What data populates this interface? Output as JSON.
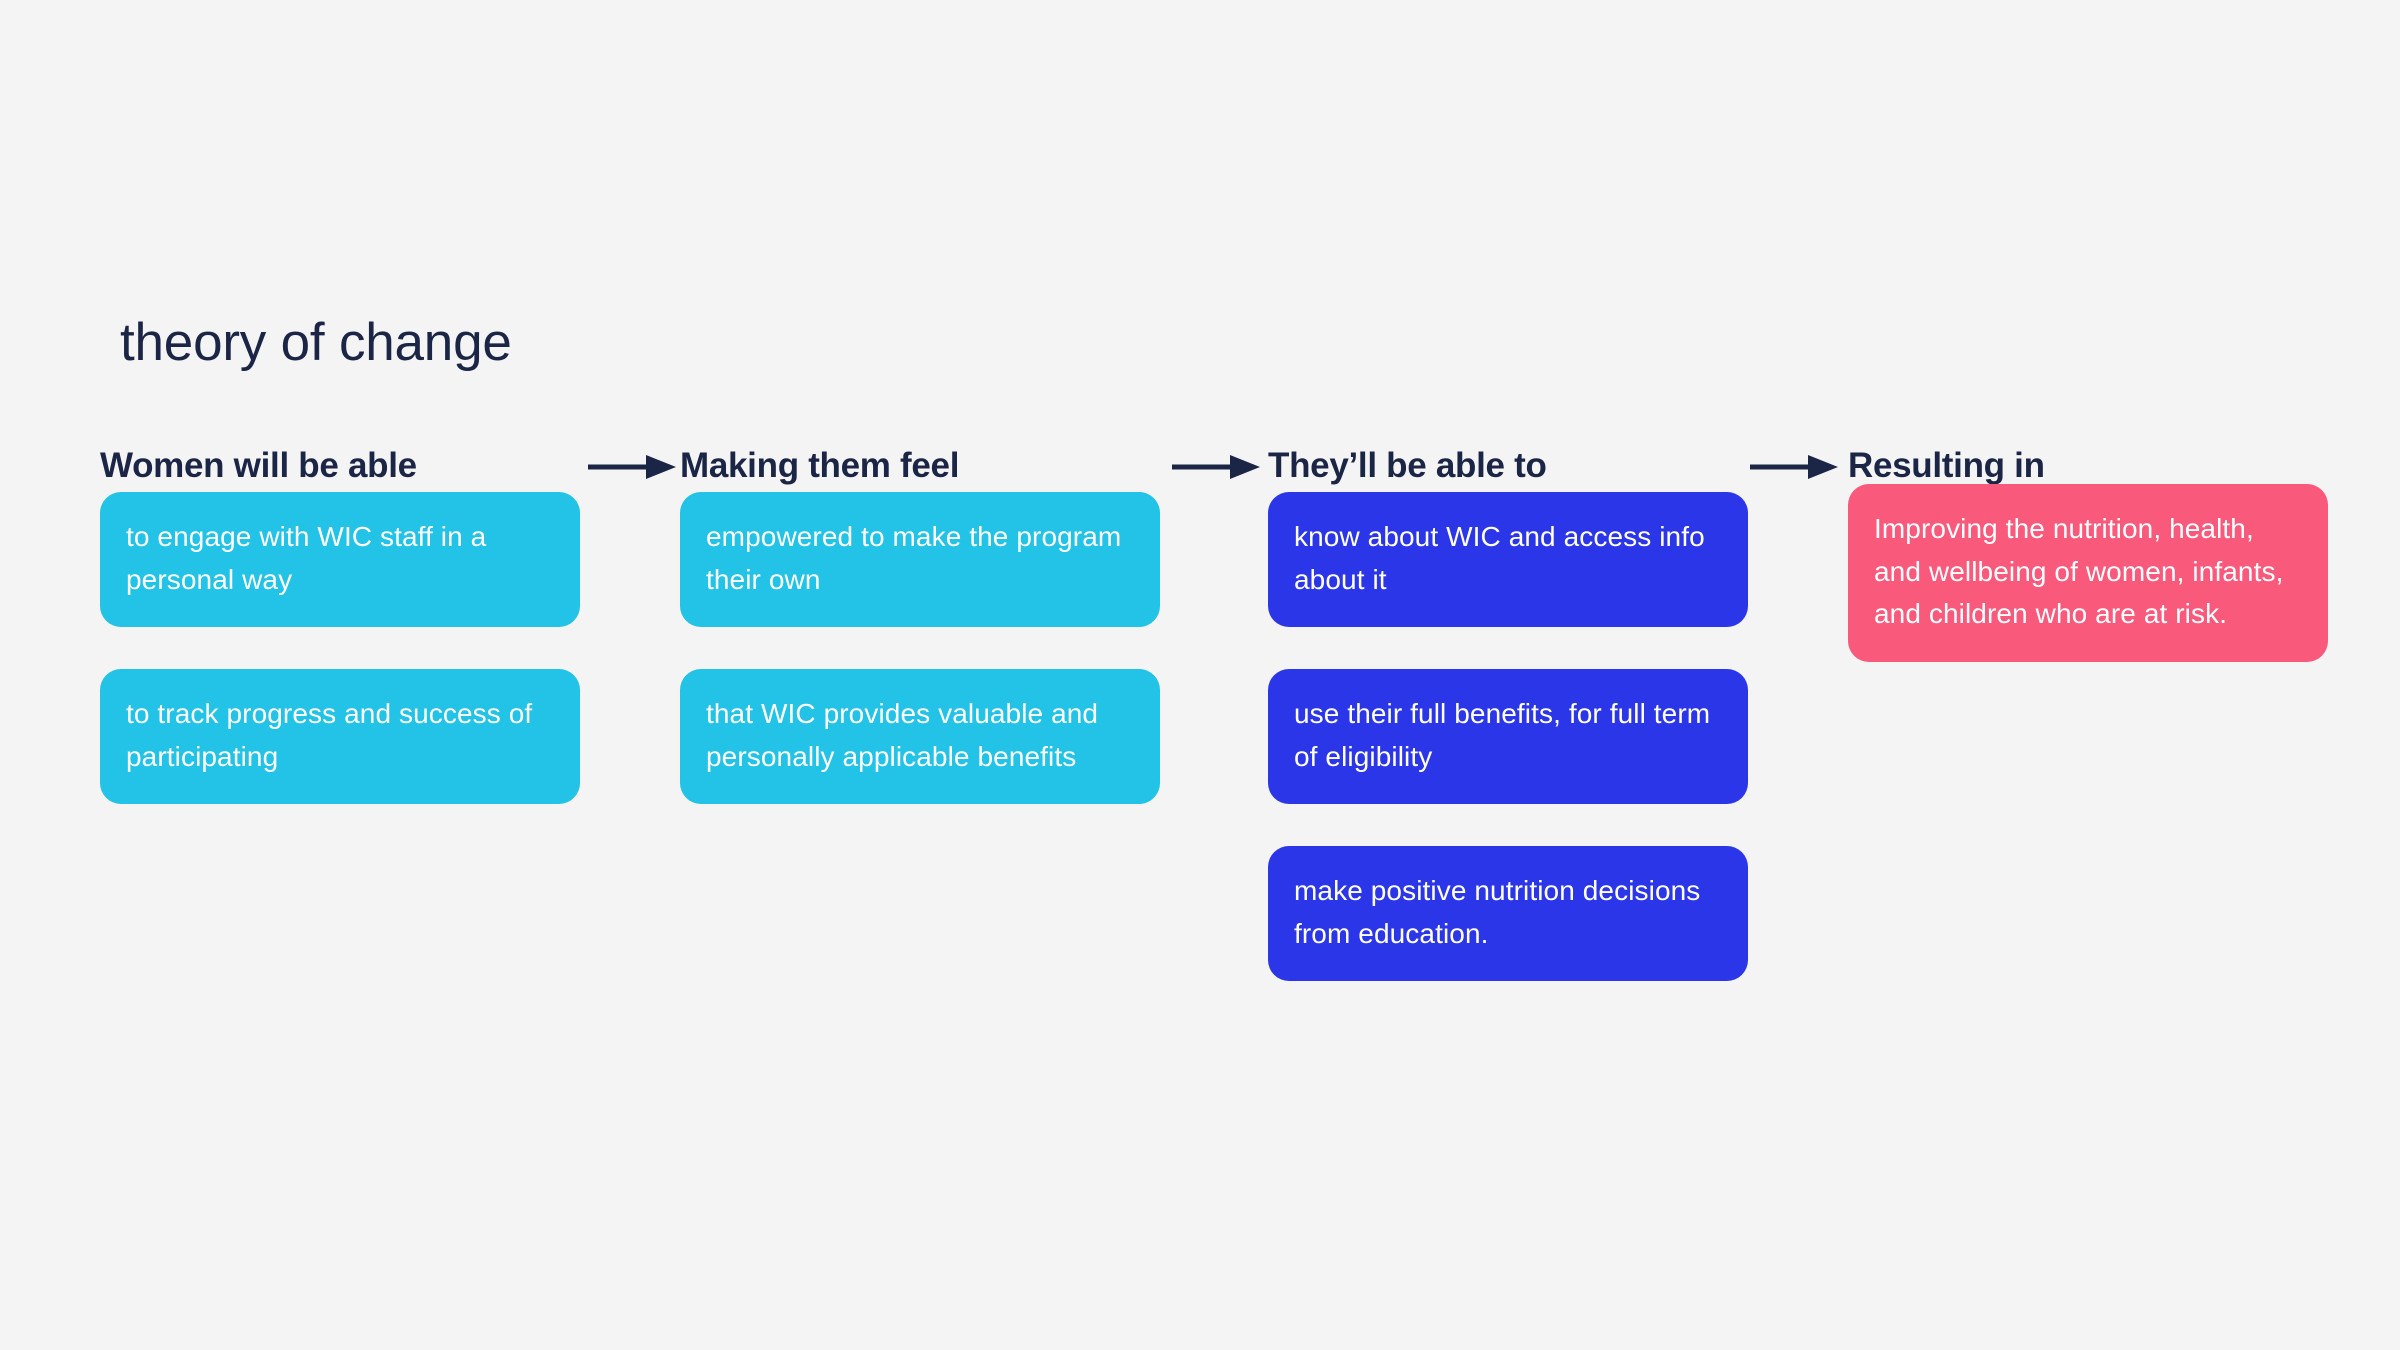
{
  "page": {
    "title": "theory of change",
    "background_color": "#f4f4f4",
    "title_color": "#1b2545"
  },
  "palette": {
    "cyan": "#22c3e6",
    "blue": "#2b36e8",
    "pink": "#f9597b",
    "navy": "#1b2545",
    "card_text": "#ffffff"
  },
  "arrows": [
    {
      "name": "arrow-1",
      "direction": "right"
    },
    {
      "name": "arrow-2",
      "direction": "right"
    },
    {
      "name": "arrow-3",
      "direction": "right"
    }
  ],
  "columns": [
    {
      "header": "Women will be able",
      "color": "#22c3e6",
      "cards": [
        "to engage with WIC staff in a personal way",
        "to track progress and success of participating"
      ]
    },
    {
      "header": "Making them feel",
      "color": "#22c3e6",
      "cards": [
        "empowered to make the program their own",
        "that WIC provides valuable and personally applicable benefits"
      ]
    },
    {
      "header": "They’ll be able to",
      "color": "#2b36e8",
      "cards": [
        "know about WIC and access info about it",
        "use their full benefits, for full term of eligibility",
        "make positive nutrition decisions from education."
      ]
    },
    {
      "header": "Resulting in",
      "color": "#f9597b",
      "cards": [
        "Improving the nutrition, health, and wellbeing of women, infants, and children who are at risk."
      ]
    }
  ]
}
